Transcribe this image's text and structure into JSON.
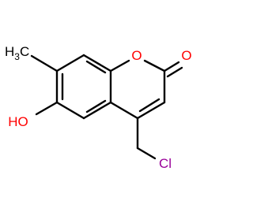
{
  "molecule": {
    "atoms": {
      "methyl": {
        "main": "H",
        "sub": "3",
        "tail": "C"
      },
      "ring_oxygen": {
        "label": "O"
      },
      "carbonyl_oxygen": {
        "label": "O"
      },
      "hydroxyl": {
        "label": "HO"
      },
      "chlorine": {
        "label": "Cl"
      }
    },
    "colors": {
      "bond": "#000000",
      "carbon_label": "#000000",
      "oxygen": "#ff0000",
      "chlorine": "#990099"
    }
  }
}
